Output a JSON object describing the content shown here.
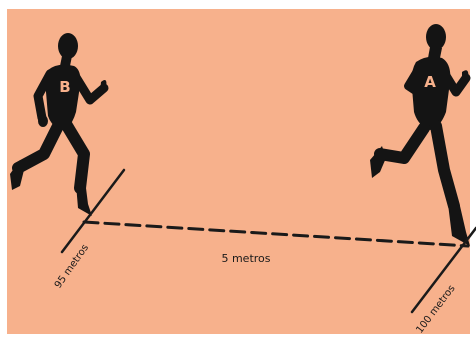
{
  "colors": {
    "background": "#F7B18C",
    "frame": "#FFFFFF",
    "silhouette": "#141414",
    "letter": "#F7B18C",
    "line": "#1A1A1A",
    "text": "#1A1A1A"
  },
  "runners": {
    "left": {
      "letter": "B",
      "icon": "runner-silhouette-icon"
    },
    "right": {
      "letter": "A",
      "icon": "runner-silhouette-icon"
    }
  },
  "labels": {
    "left_line": "95 metros",
    "gap": "5 metros",
    "right_line": "100 metros"
  }
}
